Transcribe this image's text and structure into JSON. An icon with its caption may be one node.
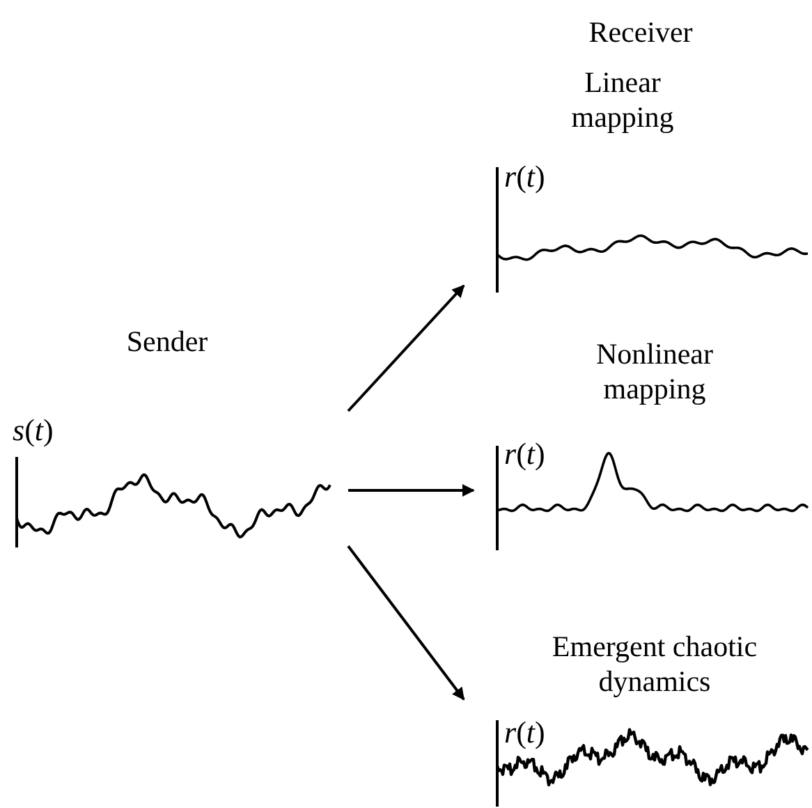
{
  "diagram": {
    "nodes": [
      {
        "text": [
          "Sender",
          "*s*(*t*)"
        ]
      },
      {
        "text": [
          "Linear mapping",
          "*r*(*t*)"
        ]
      },
      {
        "text": [
          "Nonlinear mapping",
          "*r*(*t*)"
        ]
      },
      {
        "text": [
          "Emergent chaotic dynamics",
          "*r*(*t*)"
        ]
      }
    ],
    "edges": [
      {
        "from": 0,
        "to": 1,
        "arrow": "to"
      },
      {
        "from": 0,
        "to": 2,
        "arrow": "to"
      },
      {
        "from": 0,
        "to": 3,
        "arrow": "to"
      }
    ],
    "labels": [
      "Receiver"
    ]
  }
}
